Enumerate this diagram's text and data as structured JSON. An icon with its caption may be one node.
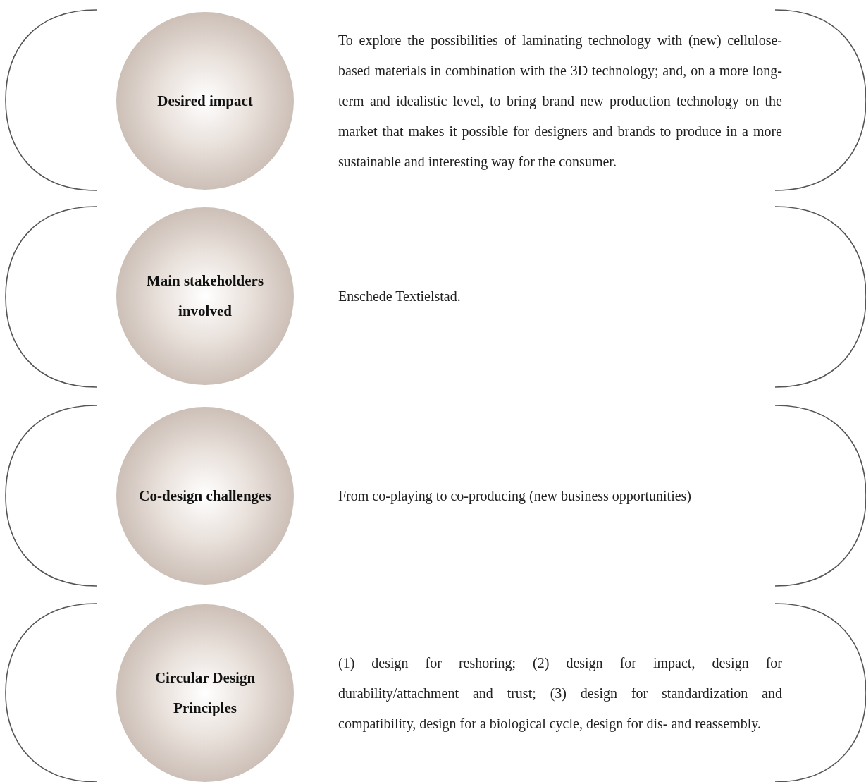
{
  "diagram": {
    "nodes": [
      {
        "text": [
          "Desired impact"
        ],
        "beside": [
          "To explore the possibilities of laminating technology with (new) cellulose-based materials in combination with the 3D technology; and, on a more long-term and idealistic level, to bring brand new production technology on the market that makes it possible for designers and brands to produce in a more sustainable and interesting way for the consumer."
        ]
      },
      {
        "text": [
          "Main stakeholders involved"
        ],
        "beside": [
          "Enschede Textielstad."
        ]
      },
      {
        "text": [
          "Co-design challenges"
        ],
        "beside": [
          "From co-playing to co-producing (new business opportunities)"
        ]
      },
      {
        "text": [
          "Circular Design Principles"
        ],
        "beside": [
          "(1) design for reshoring; (2) design for impact, design for durability/attachment and trust; (3) design for standardization and compatibility, design for a biological cycle, design for dis- and reassembly."
        ]
      }
    ]
  }
}
